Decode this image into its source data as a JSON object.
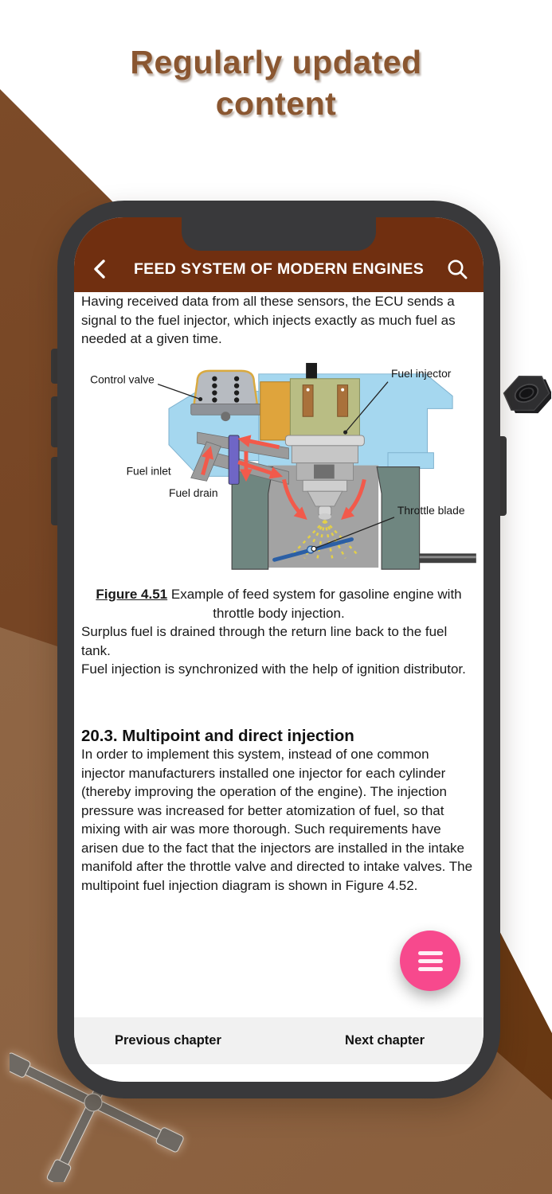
{
  "hero": {
    "title": "Regularly updated content"
  },
  "phone": {
    "header": {
      "title": "FEED SYSTEM OF MODERN ENGINES"
    },
    "article": {
      "para1": "Having received data from all these sensors, the ECU sends a signal to the fuel injector, which injects exactly as much fuel as needed at a given time.",
      "figure": {
        "label_control_valve": "Control valve",
        "label_fuel_injector": "Fuel injector",
        "label_fuel_inlet": "Fuel inlet",
        "label_fuel_drain": "Fuel drain",
        "label_throttle_blade": "Throttle blade",
        "caption_figure": "Figure 4.51",
        "caption_text": " Example of feed system for gasoline engine with throttle body injection."
      },
      "para2": "Surplus fuel is drained through the return line back to the fuel tank.",
      "para3": "Fuel injection is synchronized with the help of ignition distributor.",
      "heading": "20.3. Multipoint and direct injection",
      "para4": "In order to implement this system, instead of one common injector manufacturers installed one injector for each cylinder (thereby improving the operation of the engine). The injection pressure was increased for better atomization of fuel, so that mixing with air was more thorough. Such requirements have arisen due to the fact that the injectors are installed in the intake manifold after the throttle valve and directed to intake valves. The multipoint fuel injection diagram is shown in Figure 4.52."
    },
    "footer": {
      "previous": "Previous chapter",
      "next": "Next chapter"
    }
  },
  "colors": {
    "hero_title": "#8A5630",
    "header_bg": "#702F10",
    "fab_pink": "#F7498D",
    "frame": "#39393B",
    "dark_brown_left": "#744323",
    "dark_brown_right": "#6B3A14",
    "light_brown": "#8E6443",
    "footer_bg": "#F1F1F1"
  }
}
